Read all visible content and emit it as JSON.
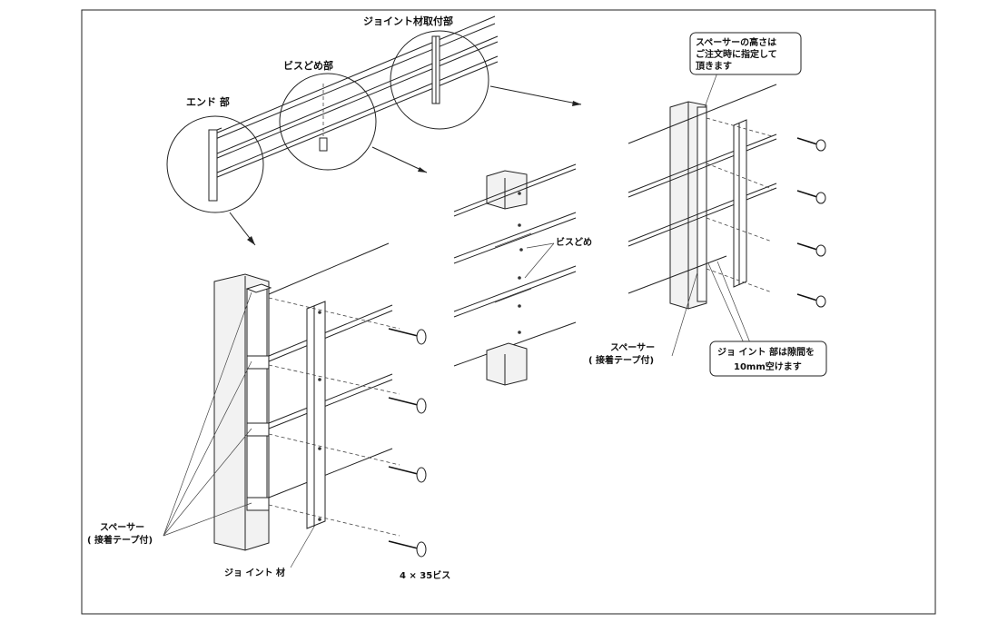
{
  "labels": {
    "joint_mount": "ジョイント材取付部",
    "screw_stop": "ビスどめ部",
    "end": "エンド 部",
    "screw_stop_small": "ビスどめ",
    "spacer_note_1": "スペーサーの高さは",
    "spacer_note_2": "ご注文時に指定して",
    "spacer_note_3": "頂きます",
    "spacer_right_1": "スペーサー",
    "spacer_right_2": "( 接着テープ付)",
    "joint_gap_1": "ジョ イント 部は隙間を",
    "joint_gap_2": "10mm空けます",
    "spacer_left_1": "スペーサー",
    "spacer_left_2": "( 接着テープ付)",
    "joint_material": "ジョ イント 材",
    "screw_spec": "4 × 35ビス"
  }
}
